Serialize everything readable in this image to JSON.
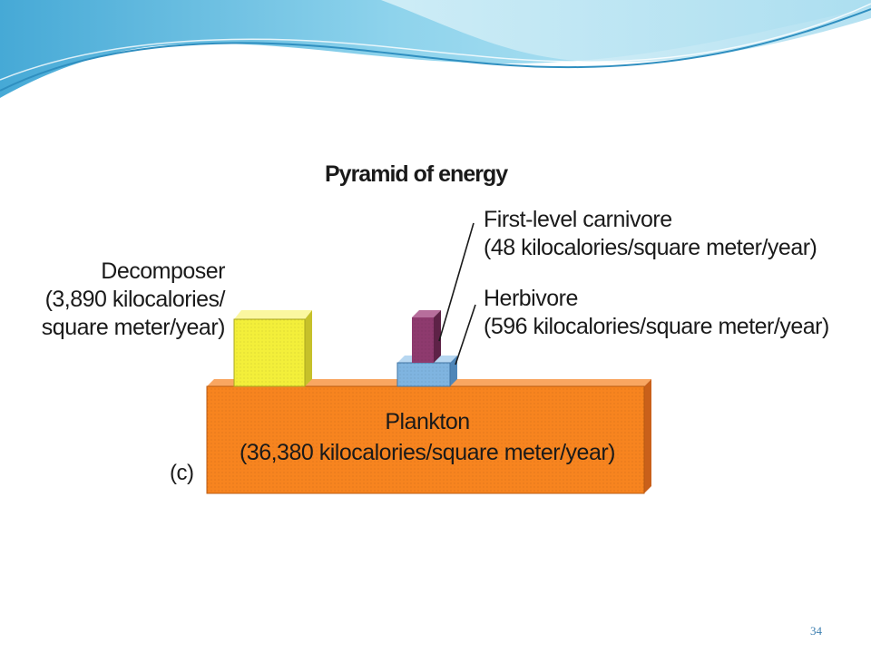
{
  "diagram": {
    "title": "Pyramid of energy",
    "panel_label": "(c)",
    "levels": [
      {
        "id": "plankton",
        "name": "Plankton",
        "value_text": "(36,380 kilocalories/square meter/year)",
        "color": "#f7841f"
      },
      {
        "id": "decomposer",
        "name": "Decomposer",
        "value_lines": [
          "(3,890 kilocalories/",
          "square meter/year)"
        ],
        "color": "#f3ef3a"
      },
      {
        "id": "herbivore",
        "name": "Herbivore",
        "value_text": "(596 kilocalories/square meter/year)",
        "color": "#7fb4e0"
      },
      {
        "id": "carnivore",
        "name": "First-level carnivore",
        "value_text": "(48 kilocalories/square meter/year)",
        "color": "#8e3a6e"
      }
    ]
  },
  "footer": {
    "page_number": "34"
  },
  "colors": {
    "wave_light": "#bfe6f3",
    "wave_mid": "#6fc3e3",
    "wave_dark": "#2f8fc0",
    "page_number": "#3d7fb0"
  }
}
